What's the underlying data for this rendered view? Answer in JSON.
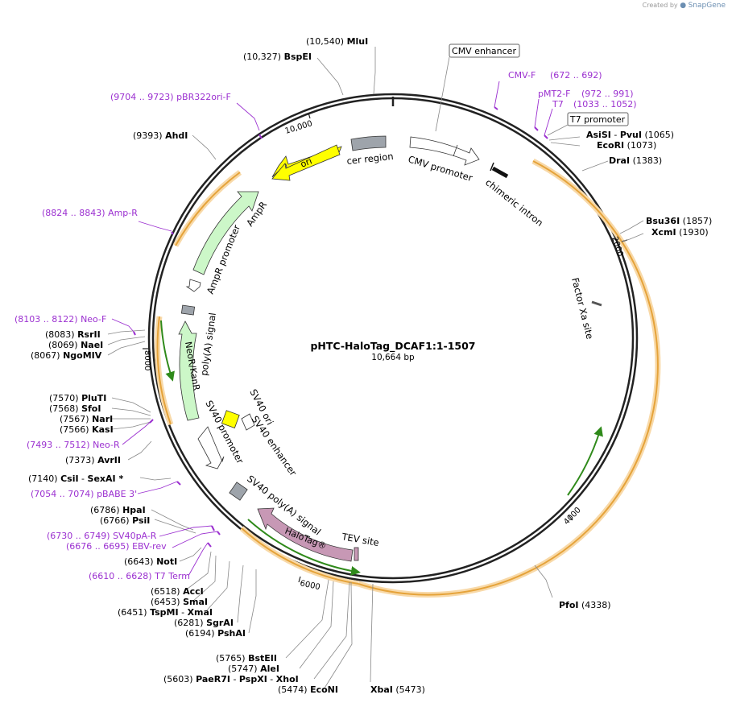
{
  "watermark": {
    "created_by": "Created by",
    "brand": "SnapGene"
  },
  "plasmid": {
    "name": "pHTC-HaloTag_DCAF1:1-1507",
    "size_label": "10,664 bp"
  },
  "ticks": [
    {
      "label": "10,000"
    },
    {
      "label": "2000"
    },
    {
      "label": "4000"
    },
    {
      "label": "6000"
    },
    {
      "label": "8000"
    }
  ],
  "sites": [
    {
      "pos": "(10,540)",
      "name": "MluI"
    },
    {
      "pos": "(10,327)",
      "name": "BspEI"
    },
    {
      "pos": "(9393)",
      "name": "AhdI"
    },
    {
      "pos": "(8083)",
      "name": "RsrII"
    },
    {
      "pos": "(8069)",
      "name": "NaeI"
    },
    {
      "pos": "(8067)",
      "name": "NgoMIV"
    },
    {
      "pos": "(7570)",
      "name": "PluTI"
    },
    {
      "pos": "(7568)",
      "name": "SfoI"
    },
    {
      "pos": "(7567)",
      "name": "NarI"
    },
    {
      "pos": "(7566)",
      "name": "KasI"
    },
    {
      "pos": "(7373)",
      "name": "AvrII"
    },
    {
      "pos": "(7140)",
      "name": "CsiI",
      "name2": "SexAI *"
    },
    {
      "pos": "(6786)",
      "name": "HpaI"
    },
    {
      "pos": "(6766)",
      "name": "PsiI"
    },
    {
      "pos": "(6643)",
      "name": "NotI"
    },
    {
      "pos": "(6518)",
      "name": "AccI"
    },
    {
      "pos": "(6453)",
      "name": "SmaI"
    },
    {
      "pos": "(6451)",
      "name": "TspMI",
      "name2": "XmaI"
    },
    {
      "pos": "(6281)",
      "name": "SgrAI"
    },
    {
      "pos": "(6194)",
      "name": "PshAI"
    },
    {
      "pos": "(5765)",
      "name": "BstEII"
    },
    {
      "pos": "(5747)",
      "name": "AleI"
    },
    {
      "pos": "(5603)",
      "name": "PaeR7I",
      "name2": "PspXI",
      "name3": "XhoI"
    },
    {
      "pos": "(5474)",
      "name": "EcoNI"
    },
    {
      "pos": "(5473)",
      "name": "XbaI"
    },
    {
      "pos": "(4338)",
      "name": "PfoI"
    },
    {
      "pos": "(1065)",
      "name": "AsiSI",
      "name2": "PvuI"
    },
    {
      "pos": "(1073)",
      "name": "EcoRI"
    },
    {
      "pos": "(1383)",
      "name": "DraI"
    },
    {
      "pos": "(1857)",
      "name": "Bsu36I"
    },
    {
      "pos": "(1930)",
      "name": "XcmI"
    }
  ],
  "primers": [
    {
      "range": "(9704 .. 9723)",
      "name": "pBR322ori-F"
    },
    {
      "range": "(8824 .. 8843)",
      "name": "Amp-R"
    },
    {
      "range": "(8103 .. 8122)",
      "name": "Neo-F"
    },
    {
      "range": "(7493 .. 7512)",
      "name": "Neo-R"
    },
    {
      "range": "(7054 .. 7074)",
      "name": "pBABE 3'"
    },
    {
      "range": "(6730 .. 6749)",
      "name": "SV40pA-R"
    },
    {
      "range": "(6676 .. 6695)",
      "name": "EBV-rev"
    },
    {
      "range": "(6610 .. 6628)",
      "name": "T7 Term"
    },
    {
      "range": "(672 .. 692)",
      "name": "CMV-F"
    },
    {
      "range": "(972 .. 991)",
      "name": "pMT2-F"
    },
    {
      "range": "(1033 .. 1052)",
      "name": "T7"
    }
  ],
  "boxed_labels": {
    "cmv_enhancer": "CMV enhancer",
    "t7_promoter": "T7 promoter"
  },
  "features": {
    "ori": "ori",
    "cer_region": "cer region",
    "cmv_promoter": "CMV promoter",
    "chimeric_intron": "chimeric intron",
    "factor_xa": "Factor Xa site",
    "ampr": "AmpR",
    "ampr_promoter": "AmpR promoter",
    "neokanr": "NeoR/KanR",
    "polya_signal": "poly(A) signal",
    "sv40_ori": "SV40 ori",
    "sv40_enhancer": "SV40 enhancer",
    "sv40_promoter": "SV40 promoter",
    "sv40_polya": "SV40 poly(A) signal",
    "halotag": "HaloTag®",
    "tev_site": "TEV site"
  },
  "colors": {
    "backbone": "#222222",
    "primer": "#9b30d0",
    "orf": "#e5a33a",
    "orf_glow": "#f8d9a8",
    "green": "#2f8a1a",
    "ori": "#ffff00",
    "cer": "#9ea4ab",
    "ampr": "#ccf7c8",
    "halotag": "#c798b5"
  }
}
